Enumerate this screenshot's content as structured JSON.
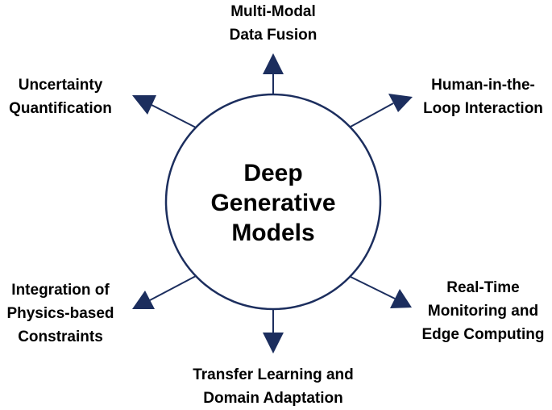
{
  "colors": {
    "navy": "#1c2e5e",
    "text": "#000000",
    "background": "#ffffff"
  },
  "center": {
    "lines": [
      "Deep",
      "Generative",
      "Models"
    ]
  },
  "branches": {
    "top": {
      "lines": [
        "Multi-Modal",
        "Data Fusion"
      ]
    },
    "top_right": {
      "lines": [
        "Human-in-the-",
        "Loop Interaction"
      ]
    },
    "top_left": {
      "lines": [
        "Uncertainty",
        "Quantification"
      ]
    },
    "bottom_left": {
      "lines": [
        "Integration of",
        "Physics-based",
        "Constraints"
      ]
    },
    "bottom_right": {
      "lines": [
        "Real-Time",
        "Monitoring and",
        "Edge Computing"
      ]
    },
    "bottom": {
      "lines": [
        "Transfer Learning and",
        "Domain Adaptation"
      ]
    }
  }
}
